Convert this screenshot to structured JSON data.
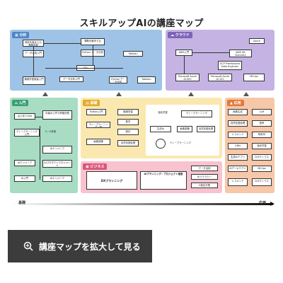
{
  "page": {
    "title": "スキルアップAIの講座マップ"
  },
  "panels": {
    "analysis": {
      "label": "分析",
      "color": "#9fc3e7",
      "head": "#4b86c5",
      "boxes": [
        "現状を踏まえた業務改善",
        "課題を解決する",
        "データ活用入門",
        "Python データ分析",
        "Tableau",
        "SQL",
        "データ分析入門",
        "機械学習実装入門"
      ]
    },
    "cloud": {
      "label": "クラウド",
      "color": "#c4b3e3",
      "head": "#7e63b8",
      "boxes": [
        "AWS入門",
        "AWS ML Specialty",
        "Azure",
        "GCP Professional Data Engineer",
        "Microsoft Azure AI-900",
        "Microsoft Azure AI-102",
        "MLOps"
      ]
    },
    "intro": {
      "label": "入門",
      "color": "#a8dcc3",
      "head": "#3a9f73",
      "boxes": [
        "はじめてのAI",
        "中級AI入門 E資格対策",
        "ディープラーニング 入門",
        "G・E資格",
        "AIエンジニア",
        "AIプロダクトマネジメント",
        "AI入門"
      ]
    },
    "basic": {
      "label": "基礎",
      "color": "#fbe8b0",
      "head": "#e0ac2a",
      "boxes": [
        "Python入門",
        "機械学習",
        "ディープラーニング入門",
        "数学",
        "統計",
        "画像認識",
        "自然言語処理",
        "強化学習",
        "ディープラーニング",
        "生成AI"
      ]
    },
    "applied": {
      "label": "応用",
      "color": "#f6c7a8",
      "head": "#e07a3a",
      "boxes": [
        "画像生成",
        "LLM",
        "自然言語処理",
        "音声",
        "レコメンド",
        "時系列",
        "GNN",
        "強化学習",
        "生成AIアプリ",
        "ロボティクス",
        "AIアーキテクト",
        "MLOps"
      ]
    },
    "business": {
      "label": "ビジネス",
      "color": "#f6c3cf",
      "head": "#d9577a",
      "boxes": [
        "DXプランニング",
        "AIプランニング・プロジェクト推進",
        "データ活用",
        "AIリテラシー",
        "G検定対策"
      ]
    }
  },
  "axis": {
    "left": "基礎",
    "right": "応用"
  },
  "cta": {
    "label": "講座マップを拡大して見る",
    "icon": "zoom-in-icon"
  }
}
